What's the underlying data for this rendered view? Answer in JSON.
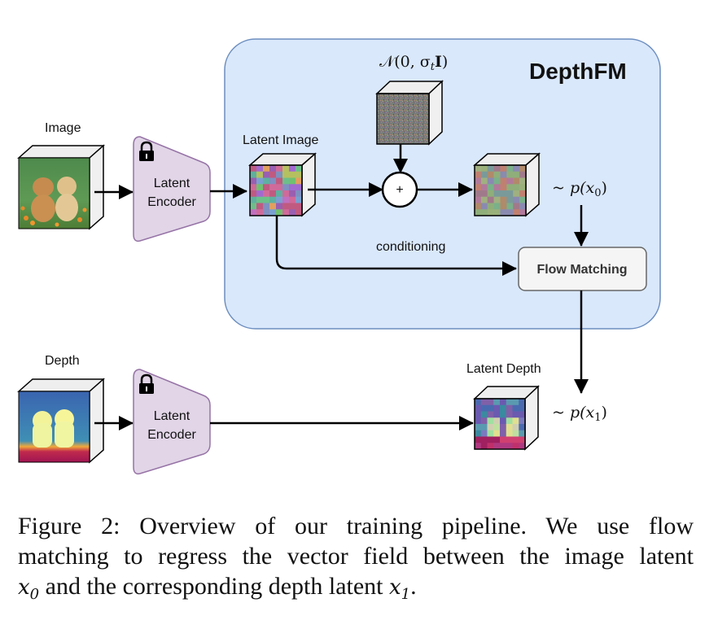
{
  "diagram": {
    "container": {
      "title": "DepthFM",
      "fill": "#dae8fc",
      "stroke": "#6c8ebf"
    },
    "inputs": {
      "image_label": "Image",
      "depth_label": "Depth"
    },
    "encoders": {
      "top": {
        "line1": "Latent",
        "line2": "Encoder",
        "locked": true
      },
      "bottom": {
        "line1": "Latent",
        "line2": "Encoder",
        "locked": true
      },
      "fill": "#e1d5e7",
      "stroke": "#9673a6"
    },
    "latent_image_label": "Latent Image",
    "latent_depth_label": "Latent Depth",
    "noise_label": "𝒩(0, σₜI)",
    "noise_label_parts": {
      "prefix": "𝒩(0, σ",
      "sub": "t",
      "bold": "I",
      "suffix": ")"
    },
    "sum_node_label": "+",
    "conditioning_label": "conditioning",
    "flow_matching_label": "Flow Matching",
    "p_x0": {
      "prefix": "~ p(x",
      "sub": "0",
      "suffix": ")"
    },
    "p_x1": {
      "prefix": "~ p(x",
      "sub": "1",
      "suffix": ")"
    }
  },
  "caption": {
    "line1": "Figure 2: Overview of our training pipeline. We use flow",
    "line2": "matching to regress the vector field between the image latent",
    "line3_var": "x",
    "line3_var_sub": "0",
    "line3_text": " and the corresponding depth latent ",
    "line3_end_var": "x",
    "line3_end_sub": "1",
    "line3_end": "."
  }
}
